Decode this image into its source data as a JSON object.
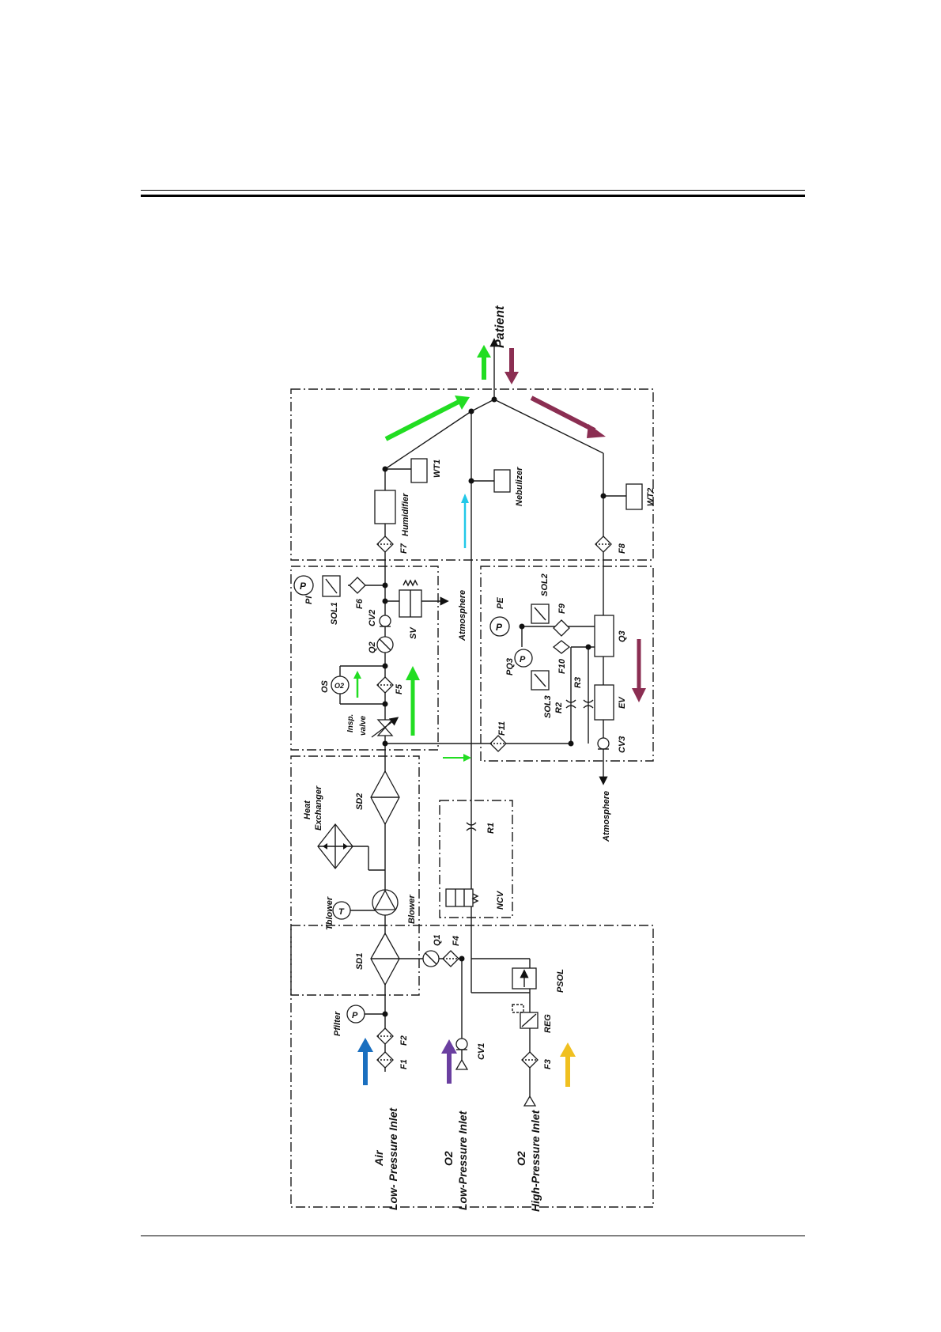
{
  "labels": {
    "patient": "Patient",
    "air_inlet_1": "Air",
    "air_inlet_2": "Low- Pressure Inlet",
    "o2_low_1": "O2",
    "o2_low_2": "Low-Pressure Inlet",
    "o2_high_1": "O2",
    "o2_high_2": "High-Pressure Inlet",
    "f1": "F1",
    "f2": "F2",
    "f3": "F3",
    "f4": "F4",
    "f5": "F5",
    "f6": "F6",
    "f7": "F7",
    "f8": "F8",
    "f9": "F9",
    "f10": "F10",
    "f11": "F11",
    "cv1": "CV1",
    "cv2": "CV2",
    "cv3": "CV3",
    "pfilter": "Pfilter",
    "reg": "REG",
    "psol": "PSOL",
    "q1": "Q1",
    "q2": "Q2",
    "q3": "Q3",
    "sd1": "SD1",
    "sd2": "SD2",
    "tblower": "Tblower",
    "blower": "Blower",
    "heat_1": "Heat",
    "heat_2": "Exchanger",
    "ncv": "NCV",
    "r1": "R1",
    "r2": "R2",
    "r3": "R3",
    "insp_1": "Insp.",
    "insp_2": "valve",
    "os": "OS",
    "o2_sensor": "O2",
    "sv": "SV",
    "sol1": "SOL1",
    "sol2": "SOL2",
    "sol3": "SOL3",
    "pi": "PI",
    "pe": "PE",
    "pq3": "PQ3",
    "p_symbol": "P",
    "t_symbol": "T",
    "atmosphere_top": "Atmosphere",
    "atmosphere_bottom": "Atmosphere",
    "ev": "EV",
    "humidifier": "Humidifier",
    "wt1": "WT1",
    "wt2": "WT2",
    "nebulizer": "Nebulizer"
  },
  "flow_colors": {
    "inspiratory": "#22dd22",
    "expiratory": "#8b2e52",
    "air_inlet": "#1a6fbf",
    "o2_low": "#6a3fa0",
    "o2_high": "#f0c020",
    "nebulizer": "#22c8e8"
  }
}
